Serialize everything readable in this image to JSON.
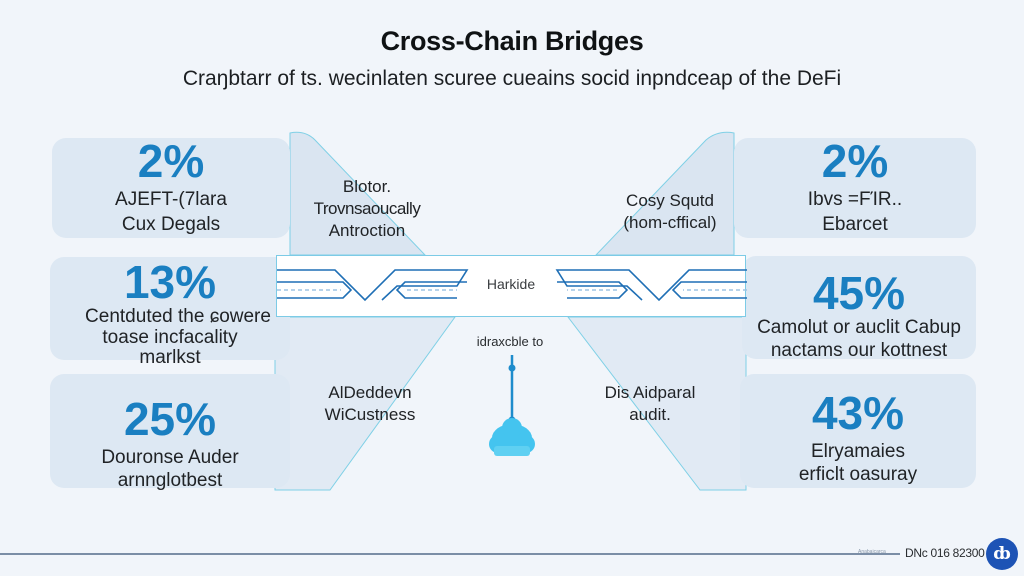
{
  "header": {
    "title": "Cross-Chain Bridges",
    "subtitle": "Craŋbtarr of ts. wecinlaten scuree cueains socid inpndceap of the DeFi"
  },
  "cards": {
    "left_top": {
      "percent": "2%",
      "line1": "AJEFT-(7lara",
      "line2": "Cux Degals"
    },
    "left_mid": {
      "percent": "13%",
      "line1": "Centduted the ɕowere",
      "line2": "toase incfacality",
      "line3": "marlkst"
    },
    "left_bot": {
      "percent": "25%",
      "line1": "Douronse Auder",
      "line2": "arnnglotbest"
    },
    "right_top": {
      "percent": "2%",
      "line1": "Ibvs =FΊR..",
      "line2": "Ebarcet"
    },
    "right_mid": {
      "percent": "45%",
      "line1": "Camolut or auclit Cabup",
      "line2": "nactams our kottnest"
    },
    "right_bot": {
      "percent": "43%",
      "line1": "Elryamaies",
      "line2": "erficlt oasuray"
    }
  },
  "connectors": {
    "upper_left": {
      "line1": "Blotor.",
      "line2": "Trovnsaoucally",
      "line3": "Antroction"
    },
    "upper_right": {
      "line1": "Cosy Squtd",
      "line2": "(hom-cffical)"
    },
    "lower_left": {
      "line1": "AlDeddevn",
      "line2": "WiCustness"
    },
    "lower_right": {
      "line1": "Dis Aidparal",
      "line2": "audit."
    }
  },
  "bridge": {
    "label": "Harkide",
    "node_label": "idraxcble to"
  },
  "footer": {
    "small_text": "Anabaicarca",
    "code": "DNc 016 82300",
    "logo_glyph": "ȸ"
  },
  "colors": {
    "accent": "#1a7fc1",
    "card_bg": "#dde8f3",
    "bridge_stroke": "#1f6fb5",
    "cyan": "#4cc2ea",
    "logo": "#1d53b5"
  }
}
